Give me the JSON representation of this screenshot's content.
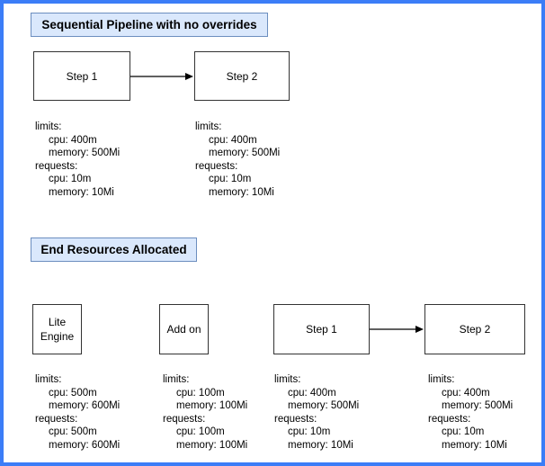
{
  "colors": {
    "frame_border": "#3b7df7",
    "title_fill": "#dae8fc",
    "title_border": "#6c8ebf",
    "node_border": "#333333",
    "arrow": "#000000"
  },
  "sections": [
    {
      "title": "Sequential Pipeline with no overrides",
      "nodes": [
        {
          "label": "Step 1"
        },
        {
          "label": "Step 2"
        }
      ],
      "resources": [
        {
          "lines": [
            {
              "text": "limits:",
              "indent": false
            },
            {
              "text": "cpu: 400m",
              "indent": true
            },
            {
              "text": "memory: 500Mi",
              "indent": true
            },
            {
              "text": "requests:",
              "indent": false
            },
            {
              "text": "cpu: 10m",
              "indent": true
            },
            {
              "text": "memory: 10Mi",
              "indent": true
            }
          ]
        },
        {
          "lines": [
            {
              "text": "limits:",
              "indent": false
            },
            {
              "text": "cpu: 400m",
              "indent": true
            },
            {
              "text": "memory: 500Mi",
              "indent": true
            },
            {
              "text": "requests:",
              "indent": false
            },
            {
              "text": "cpu: 10m",
              "indent": true
            },
            {
              "text": "memory: 10Mi",
              "indent": true
            }
          ]
        }
      ]
    },
    {
      "title": "End Resources Allocated",
      "nodes": [
        {
          "label": "Lite Engine"
        },
        {
          "label": "Add on"
        },
        {
          "label": "Step 1"
        },
        {
          "label": "Step 2"
        }
      ],
      "resources": [
        {
          "lines": [
            {
              "text": "limits:",
              "indent": false
            },
            {
              "text": "cpu: 500m",
              "indent": true
            },
            {
              "text": "memory: 600Mi",
              "indent": true
            },
            {
              "text": "requests:",
              "indent": false
            },
            {
              "text": "cpu: 500m",
              "indent": true
            },
            {
              "text": "memory: 600Mi",
              "indent": true
            }
          ]
        },
        {
          "lines": [
            {
              "text": "limits:",
              "indent": false
            },
            {
              "text": "cpu: 100m",
              "indent": true
            },
            {
              "text": "memory: 100Mi",
              "indent": true
            },
            {
              "text": "requests:",
              "indent": false
            },
            {
              "text": "cpu: 100m",
              "indent": true
            },
            {
              "text": "memory: 100Mi",
              "indent": true
            }
          ]
        },
        {
          "lines": [
            {
              "text": "limits:",
              "indent": false
            },
            {
              "text": "cpu: 400m",
              "indent": true
            },
            {
              "text": "memory: 500Mi",
              "indent": true
            },
            {
              "text": "requests:",
              "indent": false
            },
            {
              "text": "cpu: 10m",
              "indent": true
            },
            {
              "text": "memory: 10Mi",
              "indent": true
            }
          ]
        },
        {
          "lines": [
            {
              "text": "limits:",
              "indent": false
            },
            {
              "text": "cpu: 400m",
              "indent": true
            },
            {
              "text": "memory: 500Mi",
              "indent": true
            },
            {
              "text": "requests:",
              "indent": false
            },
            {
              "text": "cpu: 10m",
              "indent": true
            },
            {
              "text": "memory: 10Mi",
              "indent": true
            }
          ]
        }
      ]
    }
  ]
}
